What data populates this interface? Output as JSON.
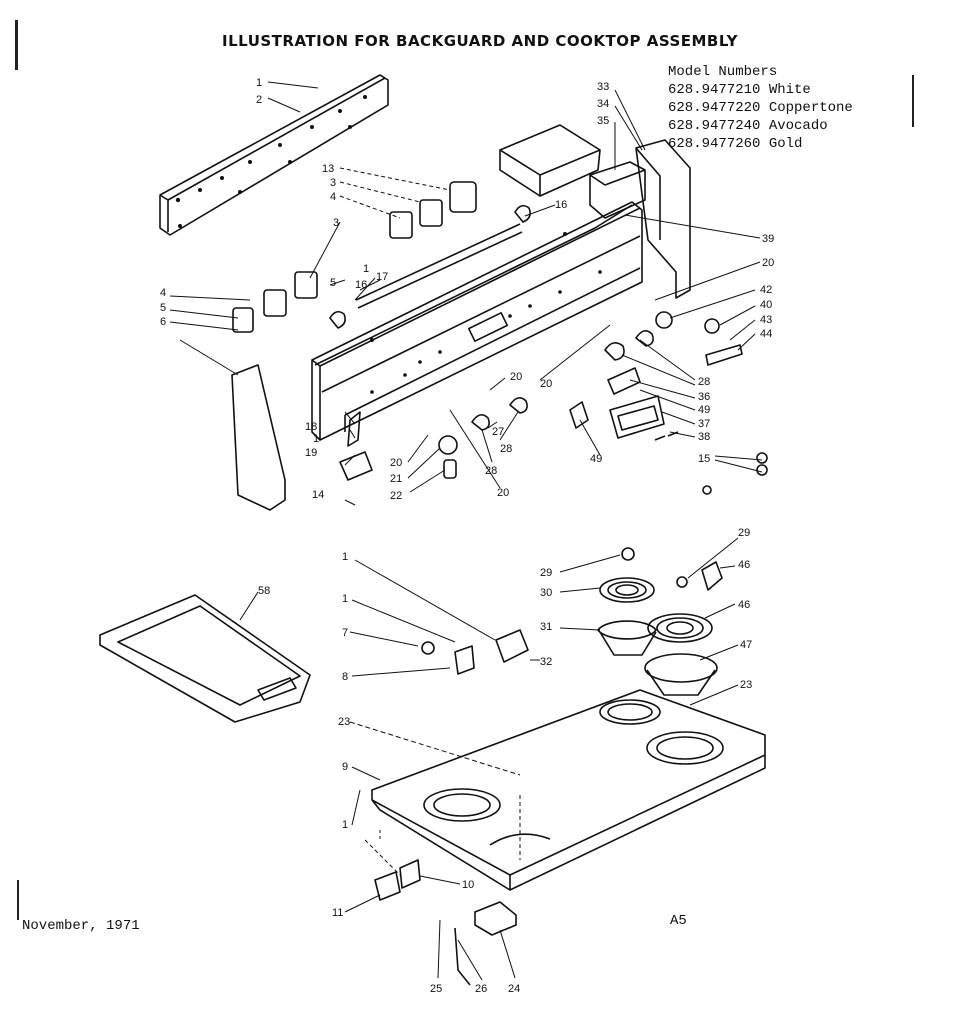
{
  "title": "ILLUSTRATION FOR BACKGUARD AND COOKTOP ASSEMBLY",
  "model_numbers": {
    "heading": "Model Numbers",
    "items": [
      "628.9477210 White",
      "628.9477220 Coppertone",
      "628.9477240 Avocado",
      "628.9477260 Gold"
    ]
  },
  "footer": {
    "date": "November, 1971",
    "code": "A5"
  },
  "callouts": [
    {
      "id": "c1a",
      "label": "1"
    },
    {
      "id": "c2",
      "label": "2"
    },
    {
      "id": "c13",
      "label": "13"
    },
    {
      "id": "c3a",
      "label": "3"
    },
    {
      "id": "c4a",
      "label": "4"
    },
    {
      "id": "c16a",
      "label": "16"
    },
    {
      "id": "c3b",
      "label": "3"
    },
    {
      "id": "c5a",
      "label": "5"
    },
    {
      "id": "c1b",
      "label": "1"
    },
    {
      "id": "c16b",
      "label": "16"
    },
    {
      "id": "c17",
      "label": "17"
    },
    {
      "id": "c4b",
      "label": "4"
    },
    {
      "id": "c5b",
      "label": "5"
    },
    {
      "id": "c6",
      "label": "6"
    },
    {
      "id": "c33",
      "label": "33"
    },
    {
      "id": "c34",
      "label": "34"
    },
    {
      "id": "c35",
      "label": "35"
    },
    {
      "id": "c39",
      "label": "39"
    },
    {
      "id": "c20a",
      "label": "20"
    },
    {
      "id": "c42",
      "label": "42"
    },
    {
      "id": "c40",
      "label": "40"
    },
    {
      "id": "c43",
      "label": "43"
    },
    {
      "id": "c44",
      "label": "44"
    },
    {
      "id": "c20b",
      "label": "20"
    },
    {
      "id": "c28a",
      "label": "28"
    },
    {
      "id": "c36",
      "label": "36"
    },
    {
      "id": "c49a",
      "label": "49"
    },
    {
      "id": "c37",
      "label": "37"
    },
    {
      "id": "c38",
      "label": "38"
    },
    {
      "id": "c15",
      "label": "15"
    },
    {
      "id": "c49b",
      "label": "49"
    },
    {
      "id": "c20c",
      "label": "20"
    },
    {
      "id": "c18",
      "label": "18"
    },
    {
      "id": "c1c",
      "label": "1"
    },
    {
      "id": "c19",
      "label": "19"
    },
    {
      "id": "c27",
      "label": "27"
    },
    {
      "id": "c28b",
      "label": "28"
    },
    {
      "id": "c28c",
      "label": "28"
    },
    {
      "id": "c20d",
      "label": "20"
    },
    {
      "id": "c21",
      "label": "21"
    },
    {
      "id": "c22",
      "label": "22"
    },
    {
      "id": "c20e",
      "label": "20"
    },
    {
      "id": "c14",
      "label": "14"
    },
    {
      "id": "c1d",
      "label": "1"
    },
    {
      "id": "c1e",
      "label": "1"
    },
    {
      "id": "c7",
      "label": "7"
    },
    {
      "id": "c8",
      "label": "8"
    },
    {
      "id": "c32",
      "label": "32"
    },
    {
      "id": "c29a",
      "label": "29"
    },
    {
      "id": "c30",
      "label": "30"
    },
    {
      "id": "c29b",
      "label": "29"
    },
    {
      "id": "c46a",
      "label": "46"
    },
    {
      "id": "c46b",
      "label": "46"
    },
    {
      "id": "c31",
      "label": "31"
    },
    {
      "id": "c47",
      "label": "47"
    },
    {
      "id": "c23a",
      "label": "23"
    },
    {
      "id": "c23b",
      "label": "23"
    },
    {
      "id": "c9",
      "label": "9"
    },
    {
      "id": "c1f",
      "label": "1"
    },
    {
      "id": "c10",
      "label": "10"
    },
    {
      "id": "c11",
      "label": "11"
    },
    {
      "id": "c25",
      "label": "25"
    },
    {
      "id": "c26",
      "label": "26"
    },
    {
      "id": "c24",
      "label": "24"
    },
    {
      "id": "c58",
      "label": "58"
    }
  ]
}
